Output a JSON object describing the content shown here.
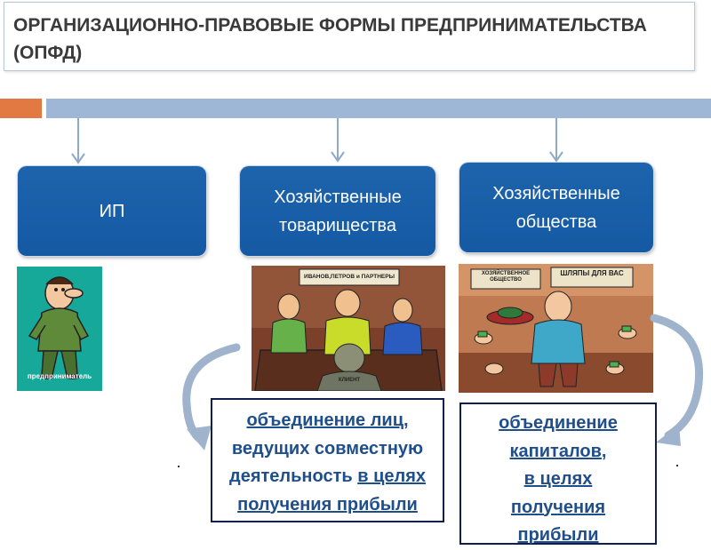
{
  "title": {
    "line1": "ОРГАНИЗАЦИОННО-ПРАВОВЫЕ ФОРМЫ ПРЕДПРИНИМАТЕЛЬСТВА",
    "line2": "(ОПФД)"
  },
  "boxes": {
    "ip": "ИП",
    "partnerships_l1": "Хозяйственные",
    "partnerships_l2": "товарищества",
    "companies_l1": "Хозяйственные",
    "companies_l2": "общества"
  },
  "pictures": {
    "entrepreneur_caption": "предприниматель",
    "partners_sign": "ИВАНОВ,ПЕТРОВ и ПАРТНЕРЫ",
    "client_label": "КЛИЕНТ",
    "company_sign": "ХОЗЯЙСТВЕННОЕ ОБЩЕСТВО",
    "hats_sign": "ШЛЯПЫ ДЛЯ ВАС"
  },
  "descriptions": {
    "partnerships": {
      "l1": "объединение лиц,",
      "l2": "ведущих совместную",
      "l3a": "деятельность ",
      "l3b": "в целях",
      "l4": "получения прибыли"
    },
    "companies": {
      "l1": "объединение",
      "l2a": "капиталов",
      "l2b": ",",
      "l3": "в целях",
      "l4": "получения",
      "l5": "прибыли"
    }
  },
  "colors": {
    "box_blue": "#1a5fa8",
    "accent_orange": "#e27842",
    "bar_blue": "#9fb7d6",
    "text_blue": "#1f4e8c"
  }
}
